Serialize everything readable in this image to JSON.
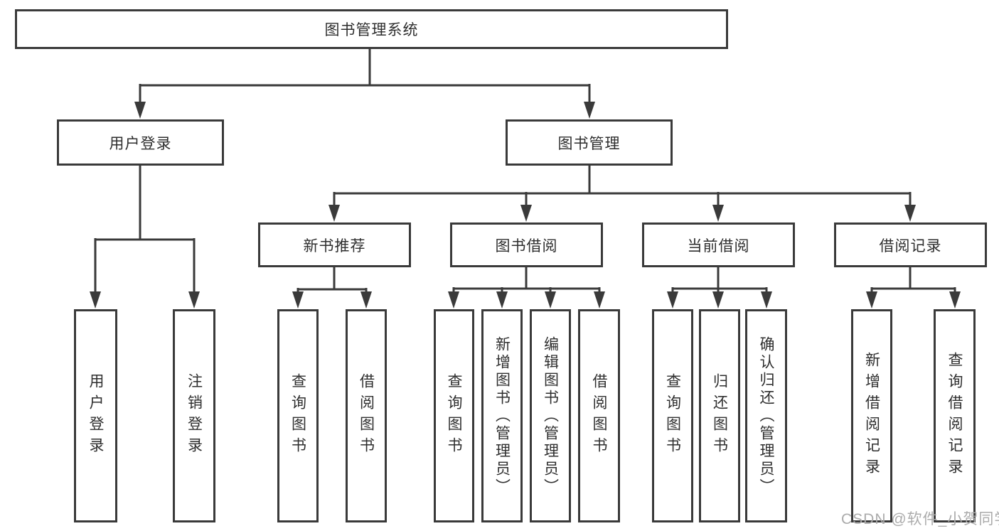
{
  "tree": {
    "root": {
      "label": "图书管理系统"
    },
    "user_login": {
      "label": "用户登录",
      "children": [
        {
          "label": "用户登录"
        },
        {
          "label": "注销登录"
        }
      ]
    },
    "book_mgmt": {
      "label": "图书管理"
    },
    "new_book": {
      "label": "新书推荐",
      "children": [
        {
          "label": "查询图书"
        },
        {
          "label": "借阅图书"
        }
      ]
    },
    "borrow": {
      "label": "图书借阅",
      "children": [
        {
          "label": "查询图书"
        },
        {
          "label": "新增图书（管理员）"
        },
        {
          "label": "编辑图书（管理员）"
        },
        {
          "label": "借阅图书"
        }
      ]
    },
    "current": {
      "label": "当前借阅",
      "children": [
        {
          "label": "查询图书"
        },
        {
          "label": "归还图书"
        },
        {
          "label": "确认归还（管理员）"
        }
      ]
    },
    "records": {
      "label": "借阅记录",
      "children": [
        {
          "label": "新增借阅记录"
        },
        {
          "label": "查询借阅记录"
        }
      ]
    }
  },
  "watermark": "CSDN @软件_小贺同学",
  "colors": {
    "line": "#3a3a3a",
    "text": "#2e2e2e",
    "watermark": "#ababab",
    "background": "#ffffff"
  }
}
